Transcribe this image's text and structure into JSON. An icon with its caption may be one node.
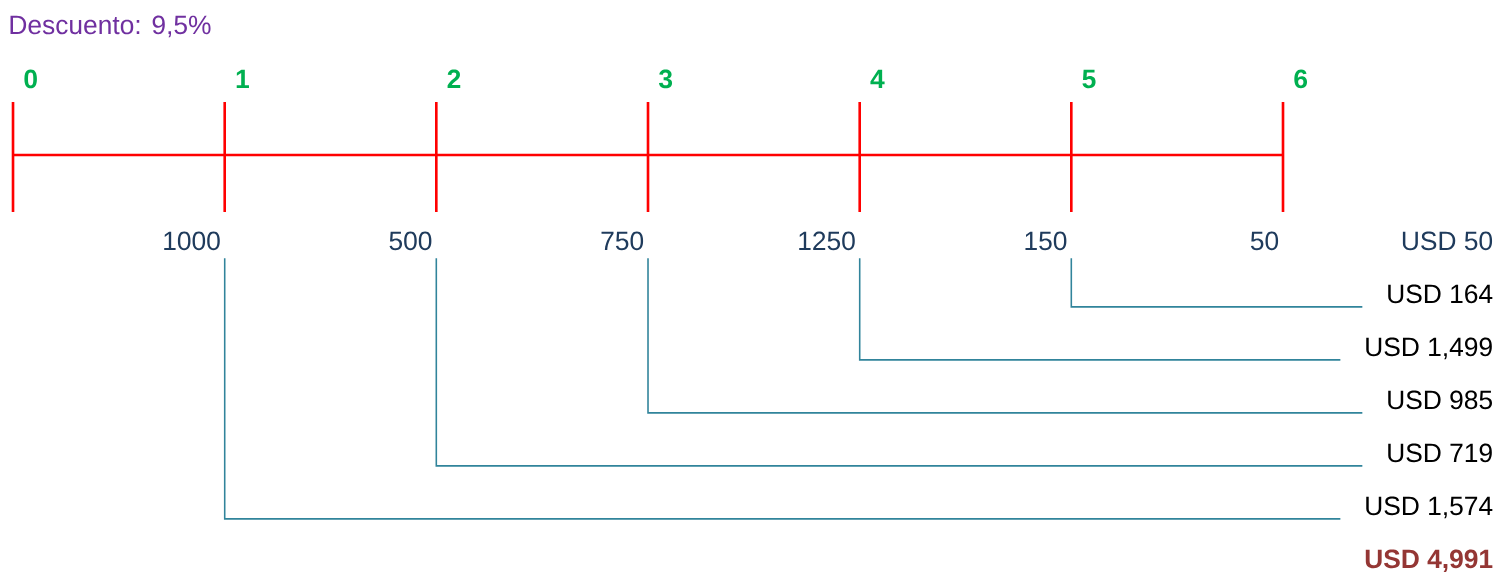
{
  "diagram": {
    "title": "Descuento: 9,5%",
    "nodes": [
      {
        "text": [
          "1000"
        ]
      },
      {
        "text": [
          "500"
        ]
      },
      {
        "text": [
          "750"
        ]
      },
      {
        "text": [
          "1250"
        ]
      },
      {
        "text": [
          "150"
        ]
      },
      {
        "text": [
          "50"
        ]
      },
      {
        "text": [
          "USD 50"
        ]
      },
      {
        "text": [
          "USD 164"
        ]
      },
      {
        "text": [
          "USD 1,499"
        ]
      },
      {
        "text": [
          "USD 985"
        ]
      },
      {
        "text": [
          "USD 719"
        ]
      },
      {
        "text": [
          "USD 1,574"
        ]
      },
      {
        "text": [
          "USD 4,991"
        ]
      }
    ],
    "edges": [
      {
        "from": 4,
        "to": 7,
        "arrow": "none"
      },
      {
        "from": 3,
        "to": 8,
        "arrow": "none"
      },
      {
        "from": 2,
        "to": 9,
        "arrow": "none"
      },
      {
        "from": 1,
        "to": 10,
        "arrow": "none"
      },
      {
        "from": 0,
        "to": 11,
        "arrow": "none"
      }
    ],
    "labels": [
      "0",
      "1",
      "2",
      "3",
      "4",
      "5",
      "6"
    ]
  }
}
